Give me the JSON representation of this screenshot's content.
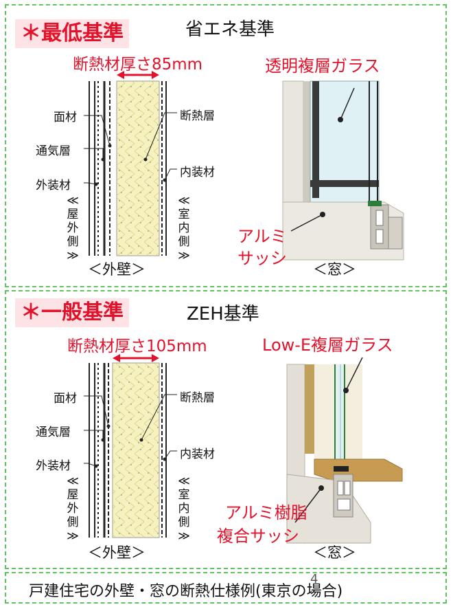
{
  "top": {
    "badge": "＊最低基準",
    "standard_title": "省エネ基準",
    "insulation_thickness": "断熱材厚さ85mm",
    "glass_label": "透明複層ガラス",
    "sash_label_line1": "アルミ",
    "sash_label_line2": "サッシ"
  },
  "bottom": {
    "badge": "＊一般基準",
    "standard_title": "ZEH基準",
    "insulation_thickness": "断熱材厚さ105mm",
    "glass_label": "Low-E複層ガラス",
    "sash_label_line1": "アルミ樹脂",
    "sash_label_line2": "複合サッシ"
  },
  "wall_labels": {
    "facing": "面材",
    "ventilation": "通気層",
    "exterior": "外装材",
    "insulation": "断熱層",
    "interior": "内装材",
    "outdoor_side": "≪屋外側≫",
    "indoor_side": "≪室内側≫",
    "wall_caption": "＜外壁＞",
    "window_caption": "＜窓＞"
  },
  "footer": {
    "caption": "戸建住宅の外壁・窓の断熱仕様例(東京の場合)",
    "page_number": "4"
  },
  "colors": {
    "accent_red": "#e3122b",
    "badge_bg": "#fde3e6",
    "border_green": "#5fc35f",
    "insulation_fill": "#f6f2c0"
  }
}
